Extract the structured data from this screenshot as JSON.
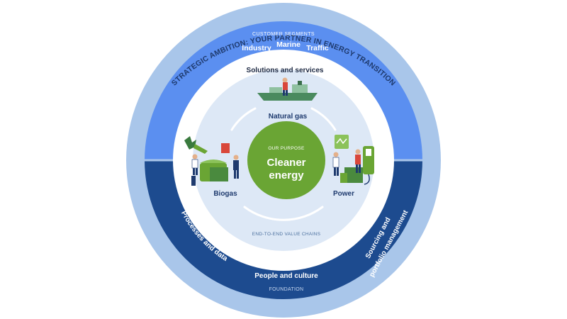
{
  "outer_ring": {
    "title": "STRATEGIC AMBITION: YOUR PARTNER IN ENERGY TRANSITION"
  },
  "customer_segments": {
    "label": "CUSTOMER SEGMENTS",
    "items": [
      "Industry",
      "Marine",
      "Traffic"
    ]
  },
  "solutions": {
    "label": "Solutions and services",
    "natural_gas": "Natural gas",
    "biogas": "Biogas",
    "power": "Power"
  },
  "purpose": {
    "label": "OUR PURPOSE",
    "line1": "Cleaner",
    "line2": "energy"
  },
  "value_chains": {
    "label": "END-TO-END VALUE CHAINS"
  },
  "foundation": {
    "left": "Processes and data",
    "right_line1": "Sourcing and",
    "right_line2": "portfolio management",
    "center": "People and culture",
    "label": "FOUNDATION"
  },
  "colors": {
    "outer_ring": "#a9c6ea",
    "top_band": "#5b8ff0",
    "bottom_band": "#1d4b8f",
    "white_ring": "#ffffff",
    "inner_disc": "#dde8f6",
    "purpose_circle": "#6aa534",
    "text_dark": "#1e3a6e",
    "text_white": "#ffffff"
  }
}
